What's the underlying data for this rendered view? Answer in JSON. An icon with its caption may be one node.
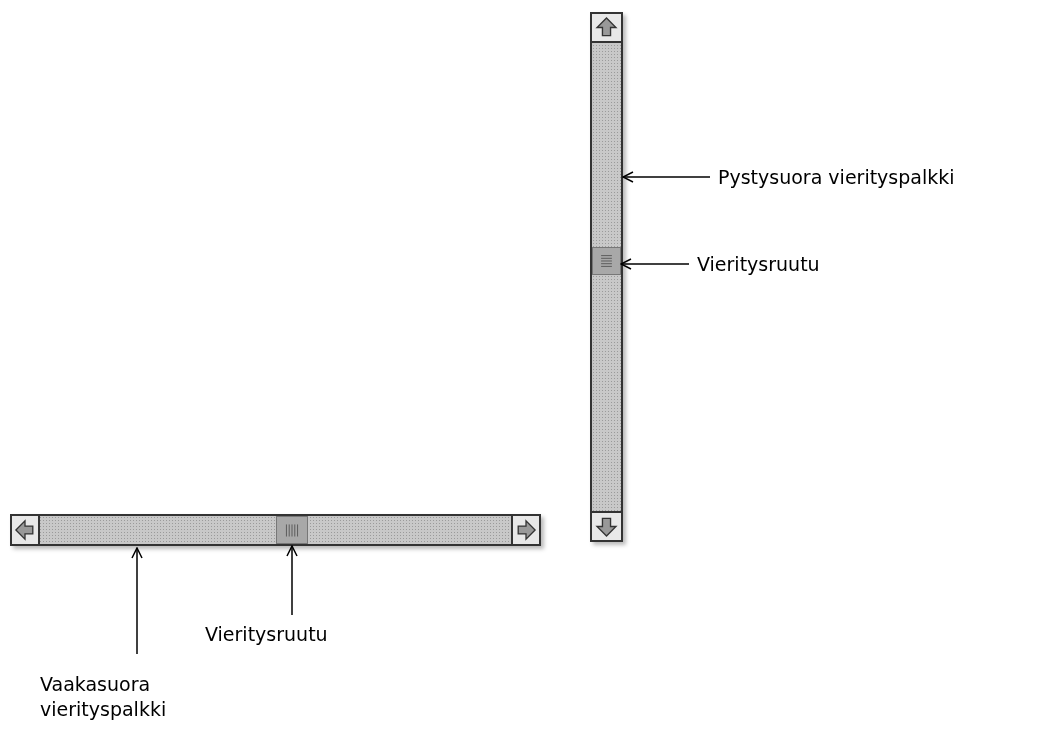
{
  "diagram": {
    "nodes": [
      {
        "text": [],
        "shape": "bar"
      },
      {
        "text": [],
        "shape": "box",
        "in": 0
      },
      {
        "text": [
          "Pystysuora vierityspalkki"
        ]
      },
      {
        "text": [
          "Vieritysruutu"
        ]
      },
      {
        "text": [],
        "shape": "bar"
      },
      {
        "text": [],
        "shape": "box",
        "in": 4
      },
      {
        "text": [
          "Vieritysruutu"
        ]
      },
      {
        "text": [
          "Vaakasuora vierityspalkki"
        ]
      }
    ],
    "edges": [
      {
        "from": 2,
        "to": 0,
        "arrow": "to"
      },
      {
        "from": 3,
        "to": 1,
        "arrow": "to"
      },
      {
        "from": 6,
        "to": 5,
        "arrow": "to"
      },
      {
        "from": 7,
        "to": 4,
        "arrow": "to"
      }
    ]
  }
}
